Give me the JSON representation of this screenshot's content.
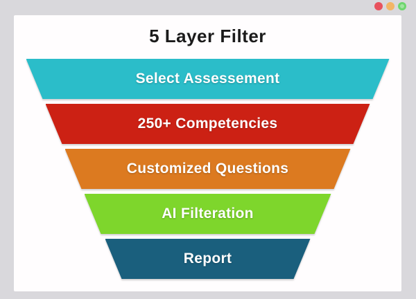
{
  "title": "5 Layer Filter",
  "window": {
    "traffic_lights": [
      {
        "name": "close",
        "color": "#e8525e"
      },
      {
        "name": "minimize",
        "color": "#f2b566"
      },
      {
        "name": "maximize",
        "color": "#6ed66e"
      }
    ]
  },
  "funnel": {
    "layers": [
      {
        "label": "Select Assessement",
        "color": "#2bbdc9"
      },
      {
        "label": "250+ Competencies",
        "color": "#cc2114"
      },
      {
        "label": "Customized Questions",
        "color": "#dc7a20"
      },
      {
        "label": "AI Filteration",
        "color": "#7ed62c"
      },
      {
        "label": "Report",
        "color": "#1a5f7d"
      }
    ]
  },
  "chart_data": {
    "type": "funnel",
    "title": "5 Layer Filter",
    "categories": [
      "Select Assessement",
      "250+ Competencies",
      "Customized Questions",
      "AI Filteration",
      "Report"
    ],
    "colors": [
      "#2bbdc9",
      "#cc2114",
      "#dc7a20",
      "#7ed62c",
      "#1a5f7d"
    ],
    "legend": "off",
    "grid": "off"
  }
}
